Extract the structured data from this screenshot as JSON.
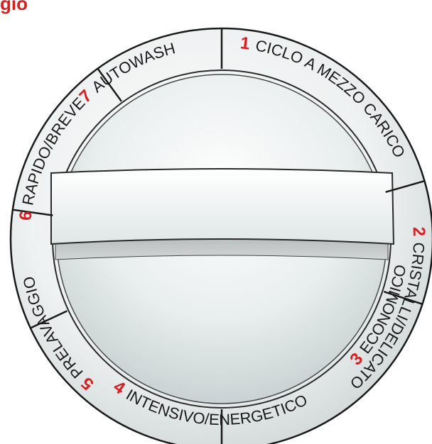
{
  "header": {
    "title_fragment": "gio"
  },
  "dial": {
    "programs": [
      {
        "number": "1",
        "label": "CICLO A MEZZO CARICO",
        "color": "#d81e1e"
      },
      {
        "number": "2",
        "label": "CRISTALLI/DELICATO",
        "color": "#d81e1e"
      },
      {
        "number": "3",
        "label": "ECONOMICO",
        "color": "#d81e1e"
      },
      {
        "number": "4",
        "label": "INTENSIVO/ENERGETICO",
        "color": "#d81e1e"
      },
      {
        "number": "5",
        "label": "PRELAVAGGIO",
        "color": "#d81e1e"
      },
      {
        "number": "6",
        "label": "RAPIDO/BREVE",
        "color": "#d81e1e"
      },
      {
        "number": "7",
        "label": "AUTOWASH",
        "color": "#d81e1e"
      }
    ]
  },
  "colors": {
    "accent_red": "#d81e1e",
    "ring_face": "#f2f4f4",
    "knob_face": "#e8eded",
    "outline": "#1a1a1a"
  }
}
